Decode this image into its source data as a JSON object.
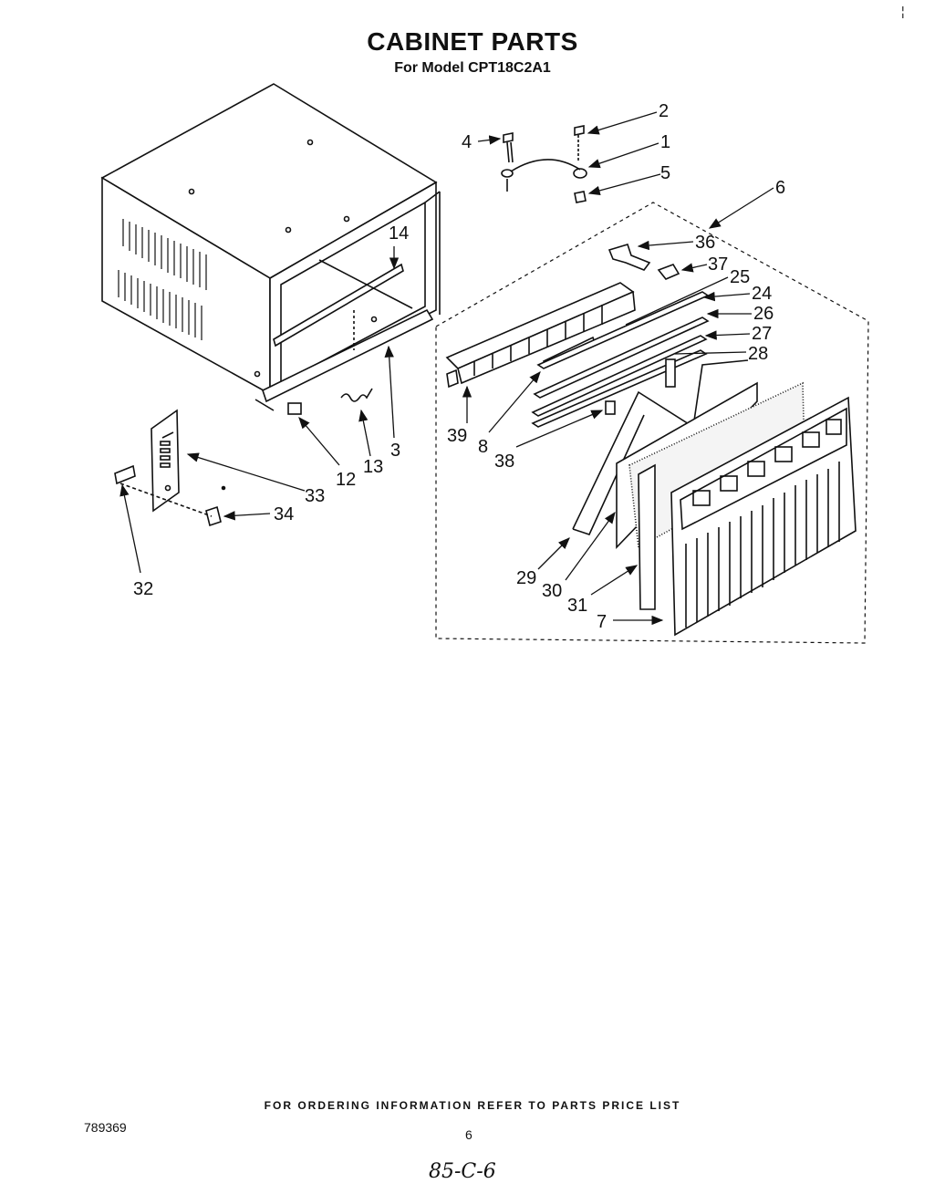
{
  "page": {
    "title": "CABINET PARTS",
    "subtitle": "For Model CPT18C2A1",
    "footer": "FOR ORDERING INFORMATION REFER TO PARTS PRICE LIST",
    "doc_number": "789369",
    "page_number": "6",
    "handwritten_note": "85-C-6",
    "corner_mark": "¦"
  },
  "callouts": {
    "c1": "1",
    "c2": "2",
    "c3": "3",
    "c4": "4",
    "c5": "5",
    "c6": "6",
    "c7": "7",
    "c8": "8",
    "c12": "12",
    "c13": "13",
    "c14": "14",
    "c24": "24",
    "c25": "25",
    "c26": "26",
    "c27": "27",
    "c28": "28",
    "c29": "29",
    "c30": "30",
    "c31": "31",
    "c32": "32",
    "c33": "33",
    "c34": "34",
    "c36": "36",
    "c37": "37",
    "c38": "38",
    "c39": "39"
  }
}
